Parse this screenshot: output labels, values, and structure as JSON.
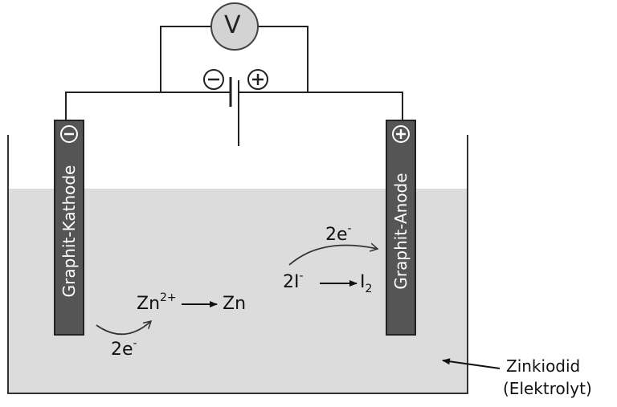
{
  "voltmeter": {
    "symbol": "V"
  },
  "battery": {
    "negative_symbol": "⊖",
    "positive_symbol": "⊕"
  },
  "cathode": {
    "label": "Graphit-Kathode",
    "sign": "⊖"
  },
  "anode": {
    "label": "Graphit-Anode",
    "sign": "⊕"
  },
  "cathode_reaction": {
    "reactant": "Zn",
    "reactant_charge": "2+",
    "product": "Zn",
    "electrons": "2e",
    "electron_charge": "-"
  },
  "anode_reaction": {
    "reactant": "2I",
    "reactant_charge": "-",
    "product": "I",
    "product_subscript": "2",
    "electrons": "2e",
    "electron_charge": "-"
  },
  "electrolyte": {
    "line1": "Zinkiodid",
    "line2": "(Elektrolyt)"
  },
  "colors": {
    "electrolyte": "#dcdcdc",
    "electrode": "#555555",
    "voltmeter": "#d3d3d3",
    "line": "#222222"
  }
}
